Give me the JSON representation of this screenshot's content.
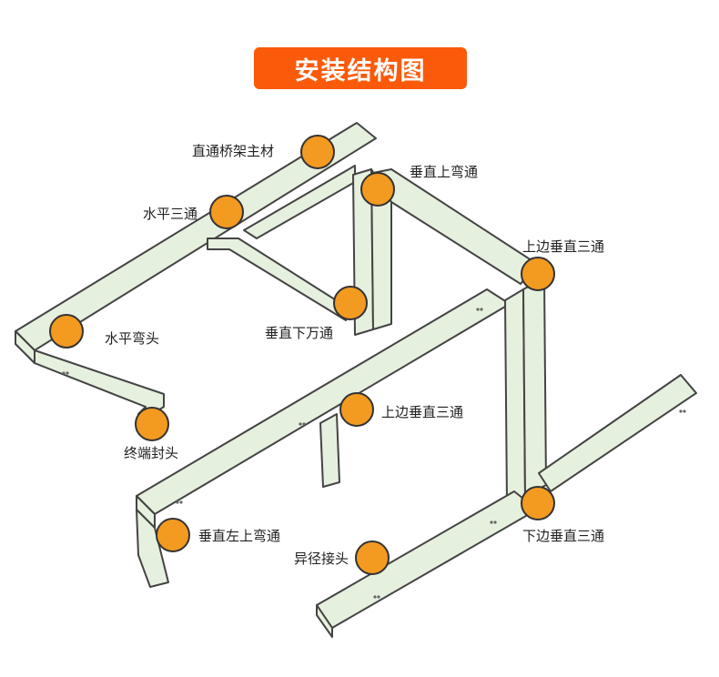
{
  "title": "安装结构图",
  "colors": {
    "tray_fill": "#e6f0de",
    "tray_stroke": "#444444",
    "marker_fill": "#f39a21",
    "marker_stroke": "#333333",
    "banner": "#fb5a0a"
  },
  "labels": {
    "straight_tray": "直通桥架主材",
    "horizontal_tee": "水平三通",
    "vertical_up_bend": "垂直上弯通",
    "upper_vertical_tee_right": "上边垂直三通",
    "horizontal_bend": "水平弯头",
    "vertical_down_tee": "垂直下万通",
    "upper_vertical_tee_center": "上边垂直三通",
    "end_cap": "终端封头",
    "vertical_left_up_bend": "垂直左上弯通",
    "lower_vertical_tee": "下边垂直三通",
    "reducer": "异径接头"
  }
}
